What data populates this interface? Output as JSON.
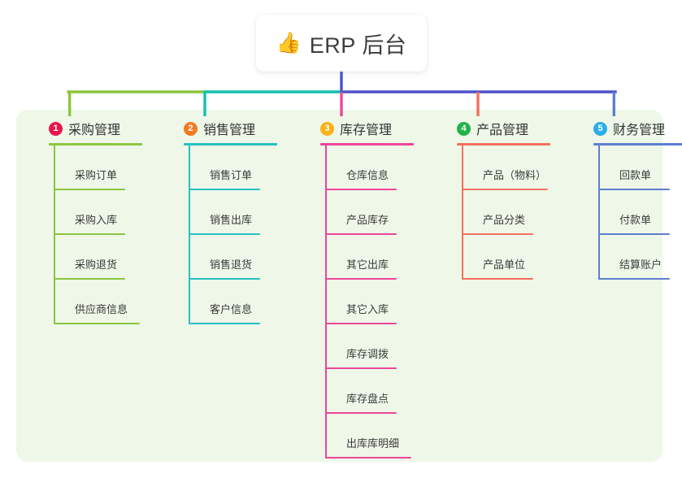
{
  "root": {
    "icon": "thumbs-up-icon",
    "emoji": "👍",
    "title": "ERP 后台"
  },
  "palette": {
    "panel_bg": "#EEF7E8",
    "root_link": "#4A52C8",
    "trunk_green": "#7AC143",
    "trunk_teal": "#13BFB0",
    "trunk_blue": "#4A52C8"
  },
  "columns": [
    {
      "number": "1",
      "title": "采购管理",
      "badge_color": "#E8174B",
      "line_color": "#8CC540",
      "items": [
        {
          "label": "采购订单"
        },
        {
          "label": "采购入库"
        },
        {
          "label": "采购退货"
        },
        {
          "label": "供应商信息"
        }
      ]
    },
    {
      "number": "2",
      "title": "销售管理",
      "badge_color": "#F47B20",
      "line_color": "#27C0C3",
      "items": [
        {
          "label": "销售订单"
        },
        {
          "label": "销售出库"
        },
        {
          "label": "销售退货"
        },
        {
          "label": "客户信息"
        }
      ]
    },
    {
      "number": "3",
      "title": "库存管理",
      "badge_color": "#F9B218",
      "line_color": "#EC4699",
      "items": [
        {
          "label": "仓库信息"
        },
        {
          "label": "产品库存"
        },
        {
          "label": "其它出库"
        },
        {
          "label": "其它入库"
        },
        {
          "label": "库存调拨"
        },
        {
          "label": "库存盘点"
        },
        {
          "label": "出库库明细"
        }
      ]
    },
    {
      "number": "4",
      "title": "产品管理",
      "badge_color": "#24B24B",
      "line_color": "#F4705F",
      "items": [
        {
          "label": "产品（物料）"
        },
        {
          "label": "产品分类"
        },
        {
          "label": "产品单位"
        }
      ]
    },
    {
      "number": "5",
      "title": "财务管理",
      "badge_color": "#2BAEE8",
      "line_color": "#5E7FD0",
      "items": [
        {
          "label": "回款单"
        },
        {
          "label": "付款单"
        },
        {
          "label": "结算账户"
        }
      ]
    }
  ]
}
